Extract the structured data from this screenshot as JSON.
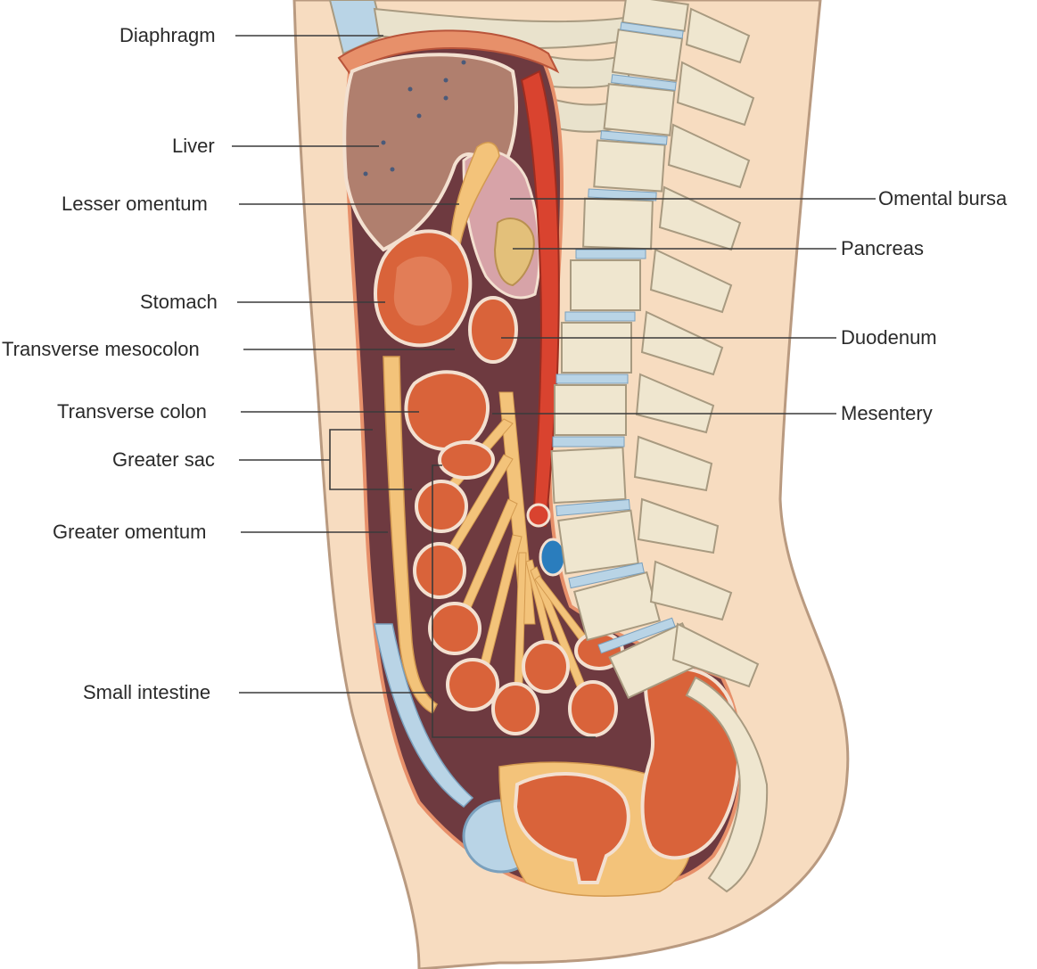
{
  "labels": {
    "diaphragm": "Diaphragm",
    "liver": "Liver",
    "lesser_omentum": "Lesser omentum",
    "stomach": "Stomach",
    "transverse_mesocolon": "Transverse mesocolon",
    "transverse_colon": "Transverse colon",
    "greater_sac": "Greater sac",
    "greater_omentum": "Greater omentum",
    "small_intestine": "Small intestine",
    "omental_bursa": "Omental bursa",
    "pancreas": "Pancreas",
    "duodenum": "Duodenum",
    "mesentery": "Mesentery"
  },
  "colors": {
    "skin": "#f7dcc0",
    "skin_outline": "#b99a80",
    "peritoneum_dark": "#6e3a40",
    "organ_orange": "#d9633a",
    "organ_light": "#e7906a",
    "liver": "#b07f6e",
    "fat": "#f3c37a",
    "bone": "#efe6cf",
    "bone_outline": "#a89a80",
    "disc": "#b9d4e6",
    "aorta": "#d9432f",
    "vein": "#2a7dbd",
    "leader_line": "#3a3a3a"
  }
}
